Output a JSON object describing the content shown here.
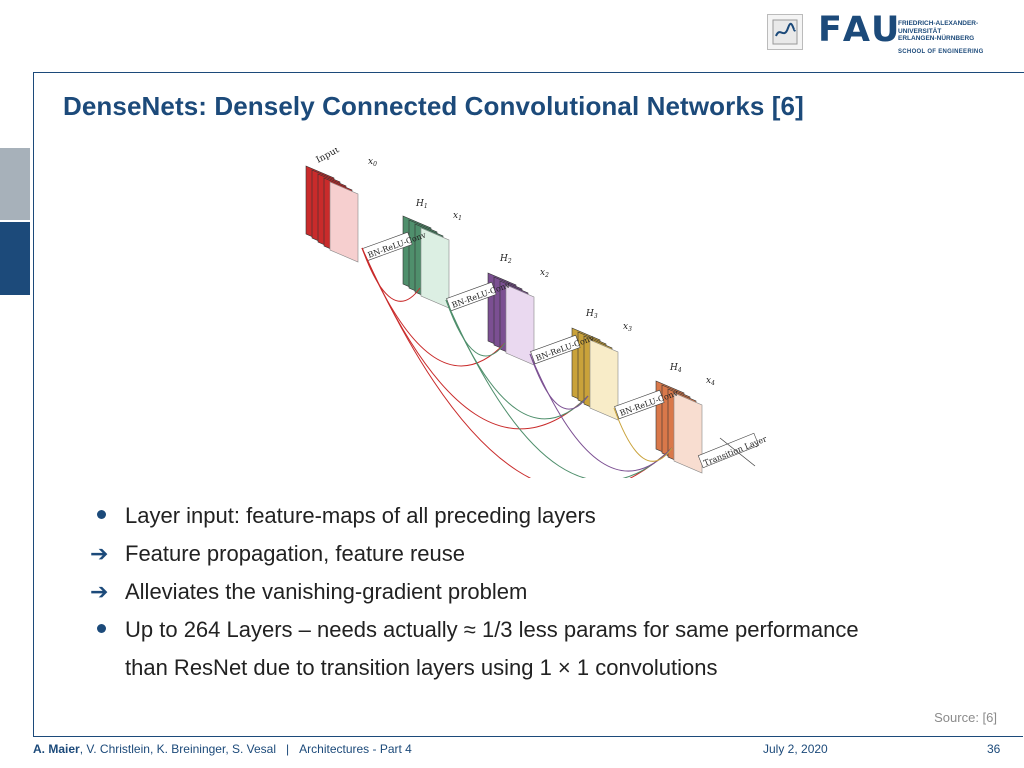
{
  "header": {
    "fau_letters": [
      "F",
      "A",
      "U"
    ],
    "university_lines": [
      "FRIEDRICH-ALEXANDER-",
      "UNIVERSITÄT",
      "ERLANGEN-NÜRNBERG"
    ],
    "school": "SCHOOL OF ENGINEERING"
  },
  "slide": {
    "title": "DenseNets: Densely Connected Convolutional Networks [6]"
  },
  "figure": {
    "input_label": "Input",
    "stages": [
      {
        "h": "H",
        "h_sub": "1",
        "x": "x",
        "x_sub": "1",
        "conv": "BN-ReLU-Conv",
        "color": "#4f8f6c",
        "light": "#dcefe3"
      },
      {
        "h": "H",
        "h_sub": "2",
        "x": "x",
        "x_sub": "2",
        "conv": "BN-ReLU-Conv",
        "color": "#7b4f92",
        "light": "#ead9f0"
      },
      {
        "h": "H",
        "h_sub": "3",
        "x": "x",
        "x_sub": "3",
        "conv": "BN-ReLU-Conv",
        "color": "#c9a23a",
        "light": "#f8ecc8"
      },
      {
        "h": "H",
        "h_sub": "4",
        "x": "x",
        "x_sub": "4",
        "conv": "BN-ReLU-Conv",
        "color": "#d9784a",
        "light": "#f8ddd0"
      }
    ],
    "x0": "x",
    "x0_sub": "0",
    "input_color": "#c92b2b",
    "input_light": "#f6cfcf",
    "transition_label": "Transition Layer"
  },
  "bullets": [
    {
      "marker": "dot",
      "text": "Layer input: feature-maps of all preceding layers"
    },
    {
      "marker": "arrow",
      "text": "Feature propagation, feature reuse"
    },
    {
      "marker": "arrow",
      "text": "Alleviates the vanishing-gradient problem"
    },
    {
      "marker": "dot",
      "text": "Up to 264 Layers – needs actually ≈ 1/3 less params for same performance",
      "continuation": "than ResNet due to transition layers using 1 × 1 convolutions"
    }
  ],
  "arrow_glyph": "➔",
  "source": "Source: [6]",
  "footer": {
    "author_bold": "A. Maier",
    "authors_rest": ", V. Christlein, K. Breininger, S. Vesal",
    "separator": "|",
    "lecture": "Architectures - Part 4",
    "date": "July 2, 2020",
    "page": "36"
  }
}
